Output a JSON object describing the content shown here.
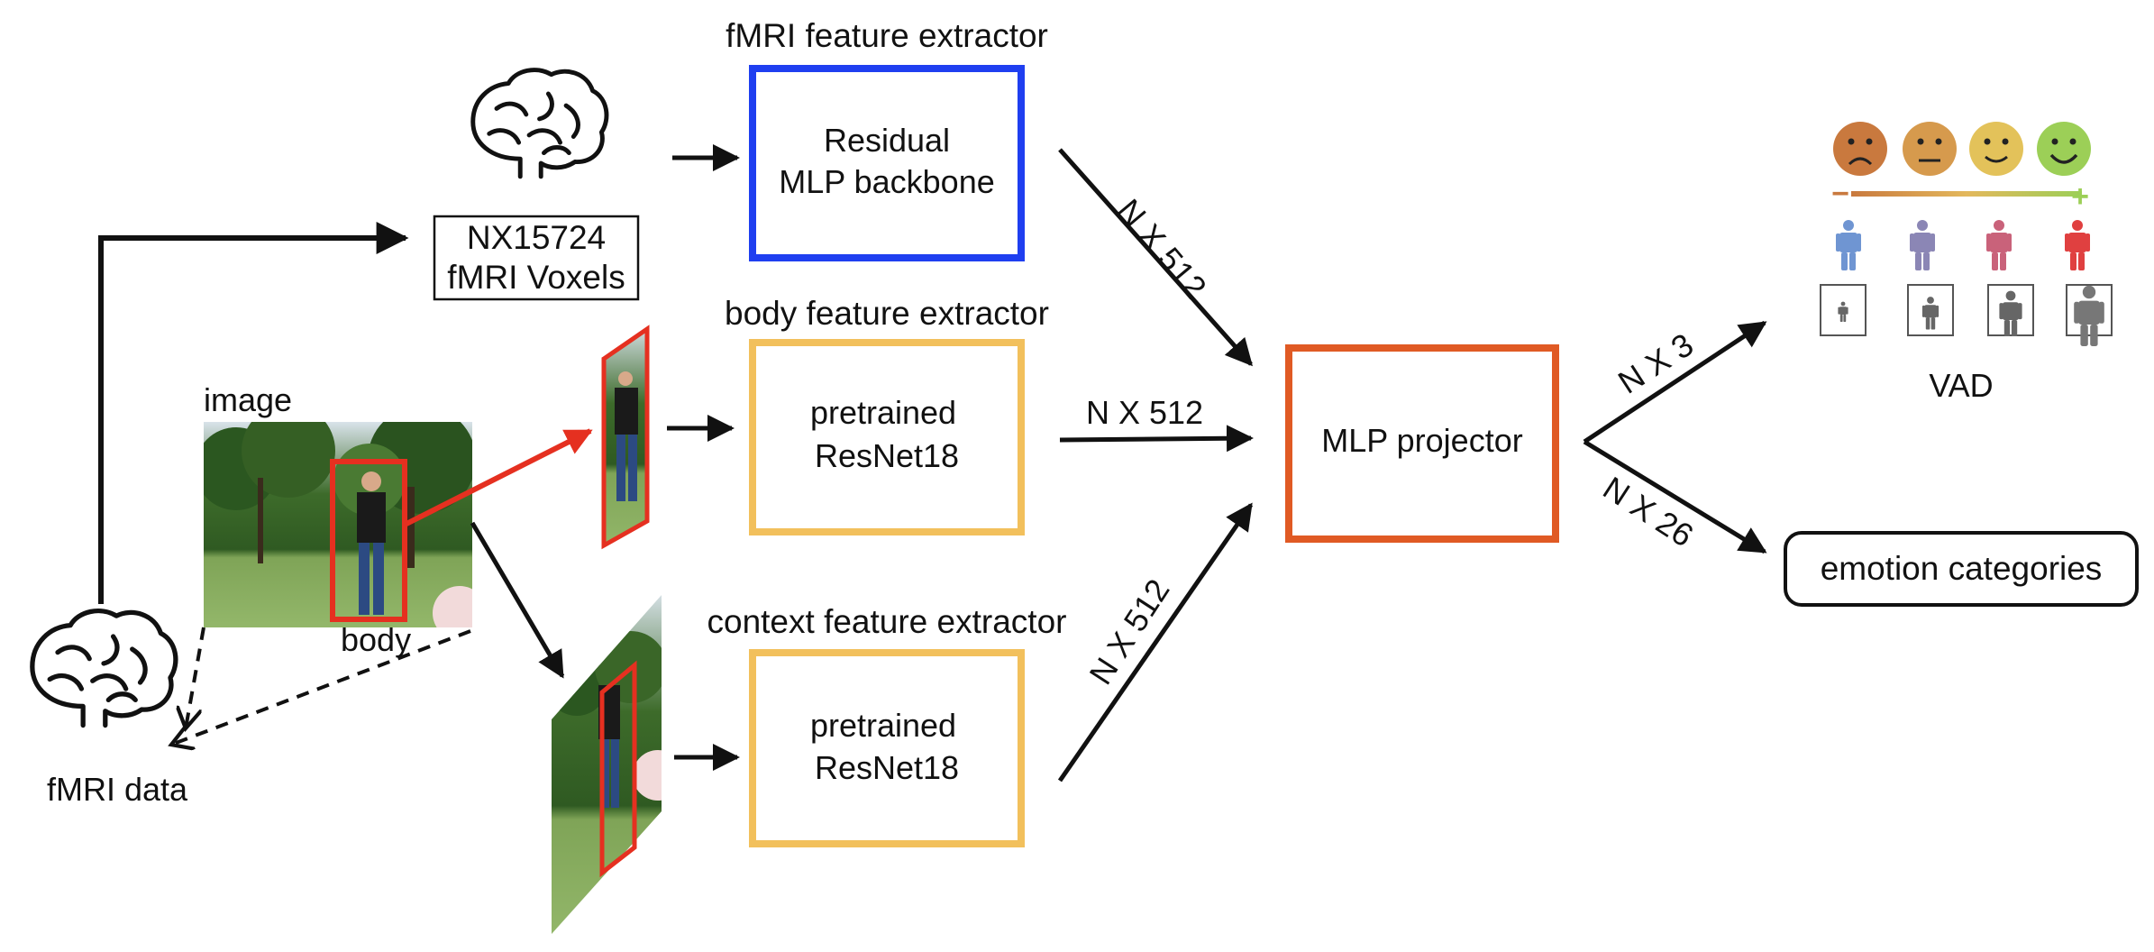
{
  "title_fmri": "fMRI feature extractor",
  "title_body": "body feature extractor",
  "title_context": "context feature extractor",
  "voxels": {
    "line1": "NX15724",
    "line2": "fMRI Voxels"
  },
  "fmri_backbone": {
    "line1": "Residual",
    "line2": "MLP backbone"
  },
  "body_backbone": {
    "line1": "pretrained",
    "line2": "ResNet18"
  },
  "context_backbone": {
    "line1": "pretrained",
    "line2": "ResNet18"
  },
  "image_label": "image",
  "body_label": "body",
  "fmri_data_label": "fMRI data",
  "dims": {
    "fmri_out": "N X 512",
    "body_out": "N X 512",
    "context_out": "N X 512",
    "vad_out": "N X 3",
    "cat_out": "N X 26"
  },
  "projector": "MLP projector",
  "vad_label": "VAD",
  "vad_scale": {
    "minus": "−",
    "plus": "+"
  },
  "categories_label": "emotion categories",
  "colors": {
    "fmri_box": "#1f3ff0",
    "resnet_box": "#f2c05c",
    "projector_box": "#e05a24",
    "body_crop": "#e53020",
    "arrow": "#111111"
  },
  "icons": [
    "brain-icon",
    "sad-face-icon",
    "neutral-face-icon",
    "slight-smile-icon",
    "happy-face-icon",
    "person-valence-icon",
    "person-size-icon"
  ]
}
